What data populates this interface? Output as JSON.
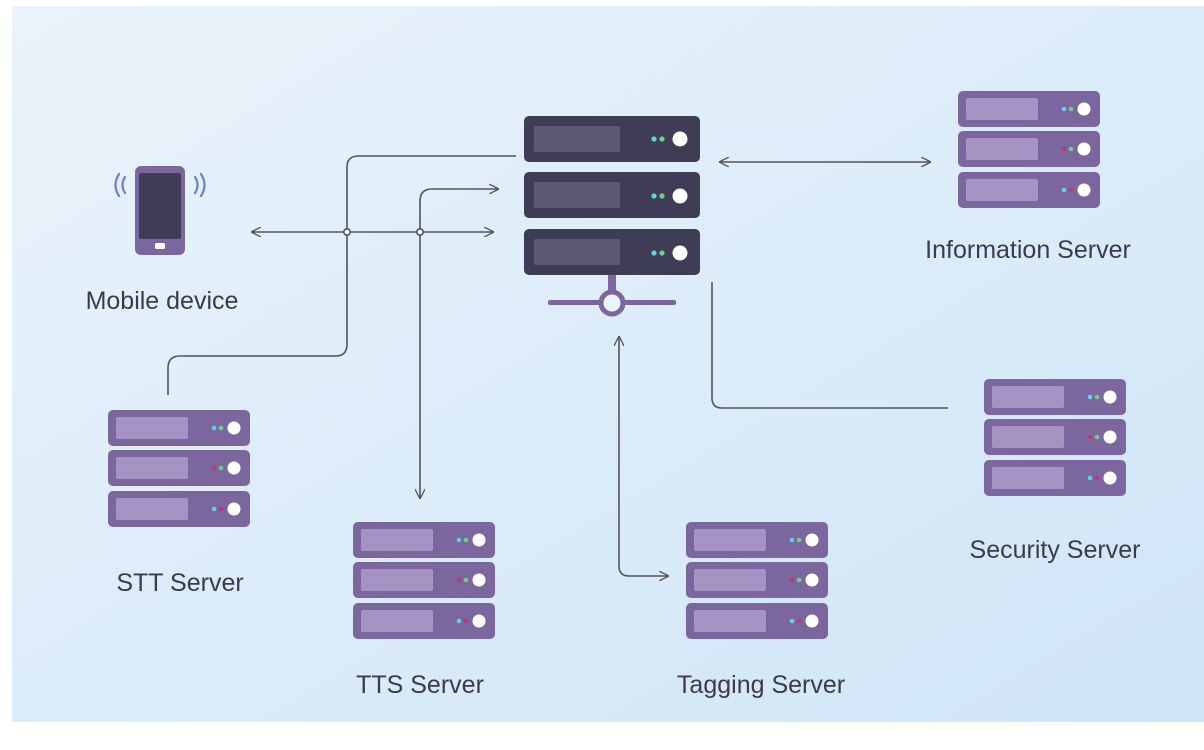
{
  "background": {
    "from": "#eaf3fb",
    "to": "#cfe5f7"
  },
  "colors": {
    "main_server": "#3f3d55",
    "main_server_slot": "#5b5973",
    "peripheral_server": "#7b679d",
    "peripheral_slot": "#a594c3",
    "stand": "#7b679d",
    "connector": "#555555",
    "phone_body": "#3f3d55",
    "phone_frame": "#7b679d",
    "signal": "#6d7fd1",
    "led_cyan": "#5fd3e6",
    "led_green": "#6ccf8a",
    "led_magenta": "#c2347a",
    "led_white": "#ffffff"
  },
  "nodes": {
    "mobile": {
      "label": "Mobile device",
      "icon": "smartphone-icon"
    },
    "information": {
      "label": "Information Server",
      "icon": "server-rack-icon"
    },
    "stt": {
      "label": "STT Server",
      "icon": "server-rack-icon"
    },
    "tts": {
      "label": "TTS Server",
      "icon": "server-rack-icon"
    },
    "tagging": {
      "label": "Tagging Server",
      "icon": "server-rack-icon"
    },
    "security": {
      "label": "Security Server",
      "icon": "server-rack-icon"
    },
    "central": {
      "icon": "central-server-icon"
    }
  }
}
